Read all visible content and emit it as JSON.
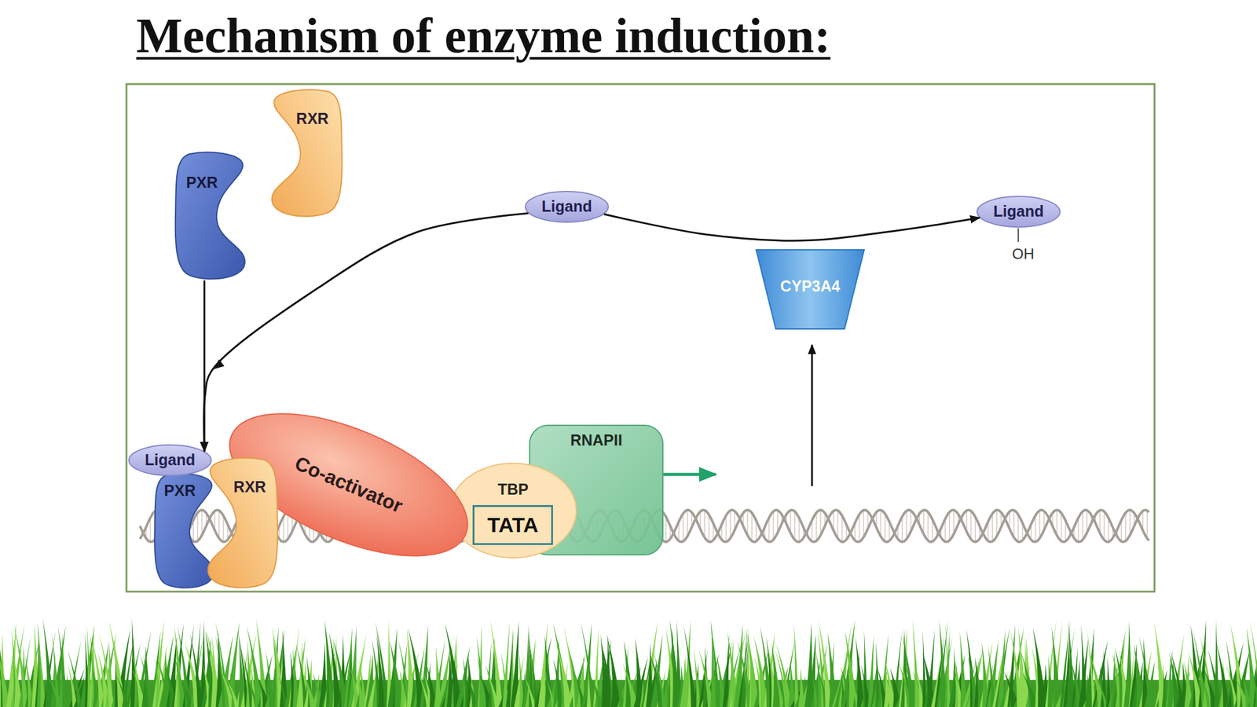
{
  "diagram": {
    "title": "Mechanism of enzyme induction:",
    "nodes": [
      {
        "text": [
          "PXR"
        ]
      },
      {
        "text": [
          "RXR"
        ]
      },
      {
        "text": [
          "Ligand"
        ]
      },
      {
        "text": [
          "Ligand"
        ]
      },
      {
        "text": [
          "CYP3A4"
        ]
      },
      {
        "text": [
          "Ligand"
        ]
      },
      {
        "text": [
          "PXR"
        ]
      },
      {
        "text": [
          "RXR"
        ]
      },
      {
        "text": [
          "Co-activator"
        ]
      },
      {
        "text": [
          "RNAPII"
        ]
      },
      {
        "text": [
          "TBP"
        ]
      },
      {
        "text": [
          "TATA"
        ],
        "in": 10
      }
    ],
    "edges": [
      {
        "from": 0,
        "to": 5,
        "arrow": "to"
      },
      {
        "from": 2,
        "to": 5,
        "arrow": "to"
      },
      {
        "from": 2,
        "to": 3,
        "arrow": "to"
      }
    ],
    "labels": [
      "OH"
    ]
  }
}
